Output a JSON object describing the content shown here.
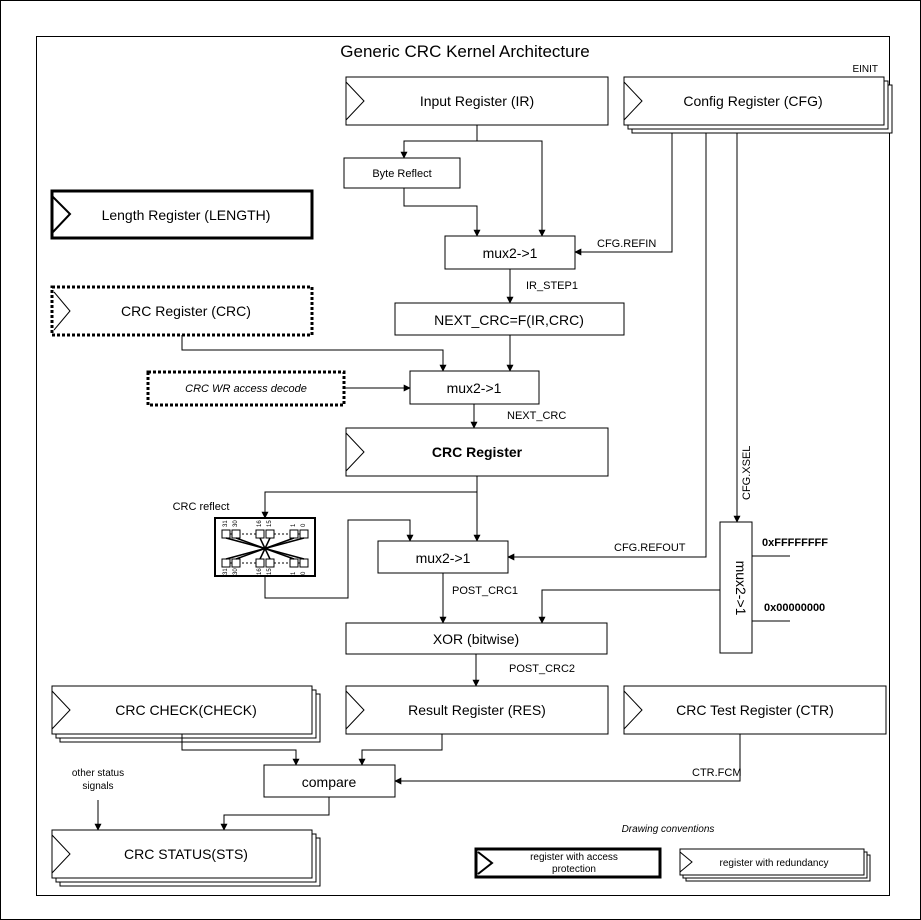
{
  "title": "Generic CRC Kernel Architecture",
  "einit": "EINIT",
  "blocks": {
    "input_register": "Input Register (IR)",
    "config_register": "Config Register (CFG)",
    "byte_reflect": "Byte Reflect",
    "length_register": "Length Register (LENGTH)",
    "mux_ir": "mux2->1",
    "crc_register_crc": "CRC Register (CRC)",
    "next_crc": "NEXT_CRC=F(IR,CRC)",
    "wr_decode": "CRC WR access decode",
    "mux_next": "mux2->1",
    "crc_register": "CRC Register",
    "crc_reflect": "CRC reflect",
    "mux_post": "mux2->1",
    "xor": "XOR (bitwise)",
    "mux_xsel": "mux2->1",
    "crc_check": "CRC CHECK(CHECK)",
    "result_register": "Result Register (RES)",
    "ctr_register": "CRC Test Register (CTR)",
    "compare": "compare",
    "status": "CRC STATUS(STS)"
  },
  "signals": {
    "cfg_refin": "CFG.REFIN",
    "ir_step1": "IR_STEP1",
    "next_crc": "NEXT_CRC",
    "cfg_xsel": "CFG.XSEL",
    "cfg_refout": "CFG.REFOUT",
    "post_crc1": "POST_CRC1",
    "post_crc2": "POST_CRC2",
    "ctr_fcm": "CTR.FCM",
    "xsel_ones": "0xFFFFFFFF",
    "xsel_zeros": "0x00000000",
    "other_status_1": "other status",
    "other_status_2": "signals"
  },
  "reflect_bits": {
    "top": [
      "31",
      "30",
      "16",
      "15",
      "1",
      "0"
    ],
    "bottom": [
      "31",
      "30",
      "16",
      "15",
      "1",
      "0"
    ]
  },
  "legend": {
    "title": "Drawing conventions",
    "protected_1": "register with access",
    "protected_2": "protection",
    "redundant": "register with redundancy"
  }
}
